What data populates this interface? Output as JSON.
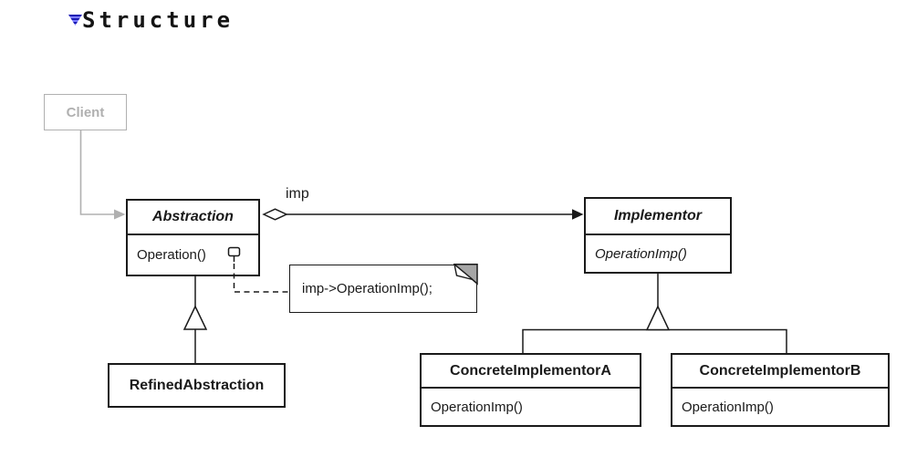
{
  "section": {
    "title": "Structure",
    "disclosure_icon": "triangle-down-icon",
    "disclosure_color": "#1c1cb4"
  },
  "colors": {
    "line": "#1a1a1a",
    "client_gray": "#b0b0b0",
    "note_fold_gray": "#a6a6a6",
    "background": "#ffffff"
  },
  "diagram": {
    "client": {
      "name": "Client"
    },
    "classes": [
      {
        "name": "Abstraction",
        "stereotype": "abstract",
        "methods": [
          "Operation()"
        ]
      },
      {
        "name": "Implementor",
        "stereotype": "abstract",
        "methods": [
          "OperationImp()"
        ]
      },
      {
        "name": "RefinedAbstraction",
        "stereotype": "concrete",
        "methods": []
      },
      {
        "name": "ConcreteImplementorA",
        "stereotype": "concrete",
        "methods": [
          "OperationImp()"
        ]
      },
      {
        "name": "ConcreteImplementorB",
        "stereotype": "concrete",
        "methods": [
          "OperationImp()"
        ]
      }
    ],
    "relations": {
      "association_label": "imp",
      "note_text": "imp->OperationImp();"
    }
  }
}
